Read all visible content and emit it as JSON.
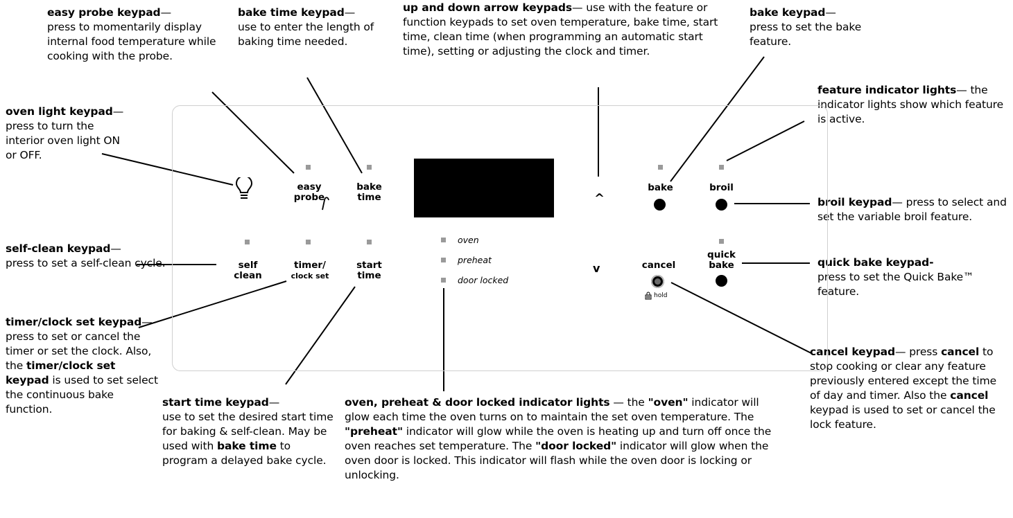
{
  "annotations": {
    "easy_probe": {
      "title": "easy probe keypad",
      "text": "press to momentarily display internal food temperature while cooking with the probe."
    },
    "bake_time": {
      "title": "bake time keypad",
      "text": "use to enter the length of baking time needed."
    },
    "arrows": {
      "title": "up and down arrow keypads",
      "text": "use with the feature or function keypads to set oven temperature, bake time, start time, clean time (when programming an automatic start time), setting or adjusting the clock and timer."
    },
    "bake": {
      "title": "bake keypad",
      "text": "press to set the bake feature."
    },
    "oven_light": {
      "title": "oven light keypad",
      "text": "press to turn the interior oven light ON or OFF."
    },
    "feature_lights": {
      "title": "feature indicator lights",
      "text": "the indicator lights show which feature is active."
    },
    "self_clean": {
      "title": "self-clean keypad",
      "text": "press to set a self-clean cycle."
    },
    "broil": {
      "title": "broil keypad",
      "text": "press to select and set the variable broil feature."
    },
    "quick_bake": {
      "title": "quick bake keypad-",
      "text": "press to set the Quick Bake™ feature."
    },
    "timer_clock": {
      "title": "timer/clock set keypad",
      "text1": "press to set or cancel the timer or set the clock. Also, the",
      "bold2": "timer/clock set keypad",
      "text2": "is used to set select the continuous bake function."
    },
    "cancel": {
      "title": "cancel keypad",
      "text1": "press",
      "bold1": "cancel",
      "text2": "to stop cooking or clear any feature previously entered except the time of day and timer. Also the",
      "bold2": "cancel",
      "text3": "keypad is used to set or cancel the lock feature."
    },
    "start_time": {
      "title": "start time keypad",
      "text1": "use to set the desired start time for baking & self-clean. May be used with",
      "bold1": "bake time",
      "text2": "to program a delayed bake cycle."
    },
    "indicators": {
      "title": "oven, preheat & door locked indicator lights",
      "t1": "— the",
      "b1": "\"oven\"",
      "t2": "indicator will glow each time the oven turns on to maintain the set oven temperature. The",
      "b2": "\"preheat\"",
      "t3": "indicator will glow while the oven is heating up and turn off once the oven reaches set temperature. The",
      "b3": "\"door locked\"",
      "t4": "indicator will glow when the oven door is locked. This indicator will flash while the oven door is locking or unlocking."
    }
  },
  "panel": {
    "keys": {
      "easy_probe": [
        "easy",
        "probe"
      ],
      "bake_time": [
        "bake",
        "time"
      ],
      "bake": "bake",
      "broil": "broil",
      "self_clean": [
        "self",
        "clean"
      ],
      "timer_clock": [
        "timer/",
        "clock set"
      ],
      "start_time": [
        "start",
        "time"
      ],
      "cancel": "cancel",
      "quick_bake": [
        "quick",
        "bake"
      ],
      "hold": "hold",
      "up": "^",
      "down": "v"
    },
    "indicators": [
      "oven",
      "preheat",
      "door locked"
    ]
  }
}
